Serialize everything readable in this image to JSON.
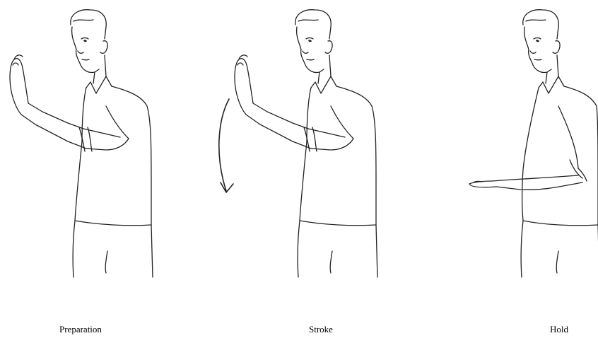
{
  "captions": {
    "preparation": "Preparation",
    "stroke": "Stroke",
    "hold": "Hold"
  },
  "icons": {
    "stroke_arrow": "curved-down-arrow-icon"
  }
}
